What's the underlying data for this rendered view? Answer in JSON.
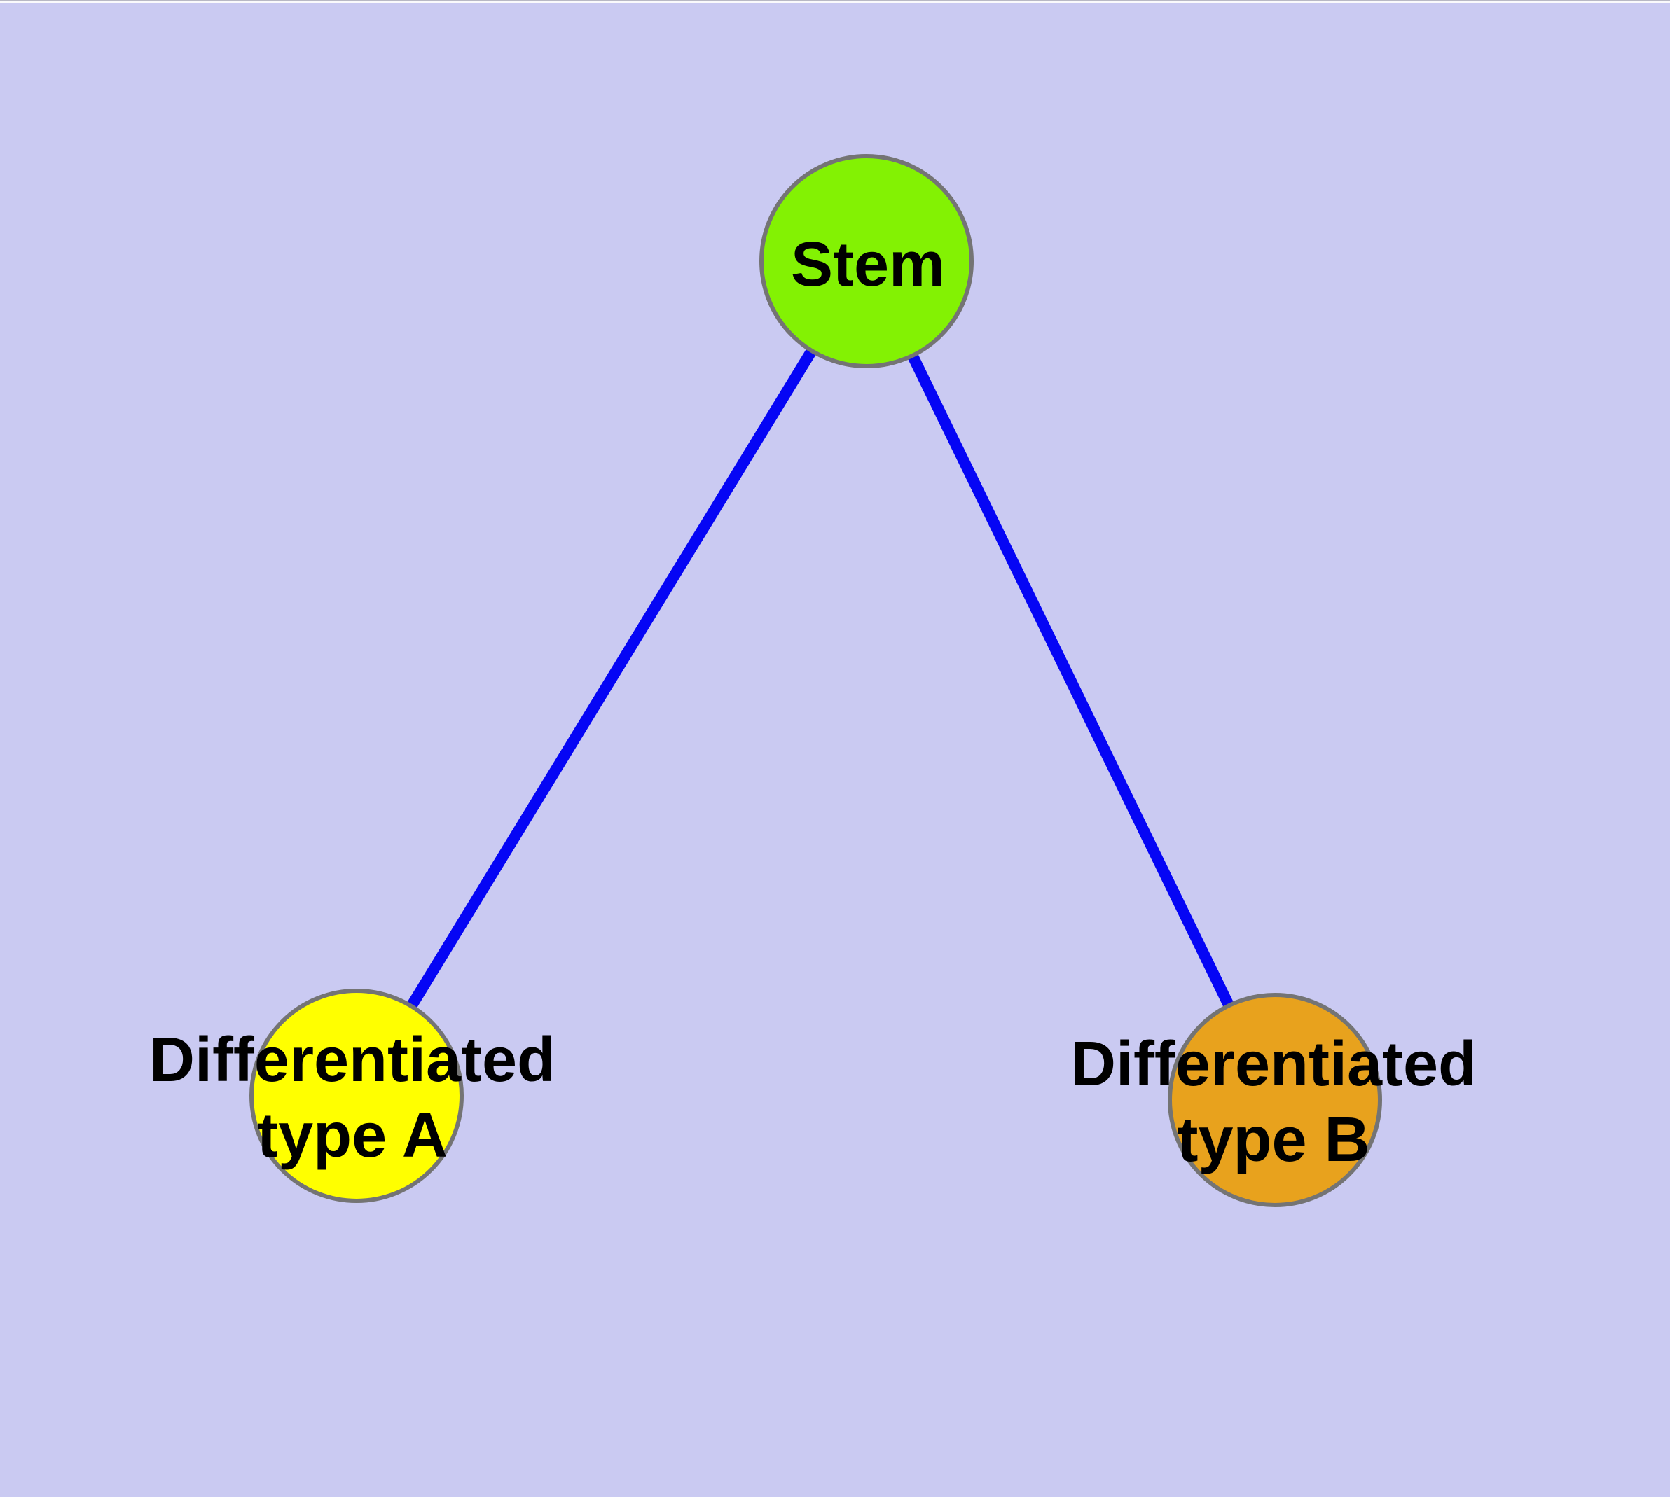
{
  "diagram": {
    "background_color": "#cacaf2",
    "top_strip_color": "#fafafc",
    "top_strip_border_color": "#b8b8c4",
    "edge_color": "#0505f5",
    "node_border_color": "#747474",
    "nodes": {
      "stem": {
        "label": "Stem",
        "fill": "#83f203"
      },
      "type_a": {
        "label_line1": "Differentiated",
        "label_line2": "type A",
        "fill": "#ffff00"
      },
      "type_b": {
        "label_line1": "Differentiated",
        "label_line2": "type B",
        "fill": "#e8a21d"
      }
    },
    "edges": [
      {
        "from": "stem",
        "to": "type_a"
      },
      {
        "from": "stem",
        "to": "type_b"
      }
    ]
  }
}
